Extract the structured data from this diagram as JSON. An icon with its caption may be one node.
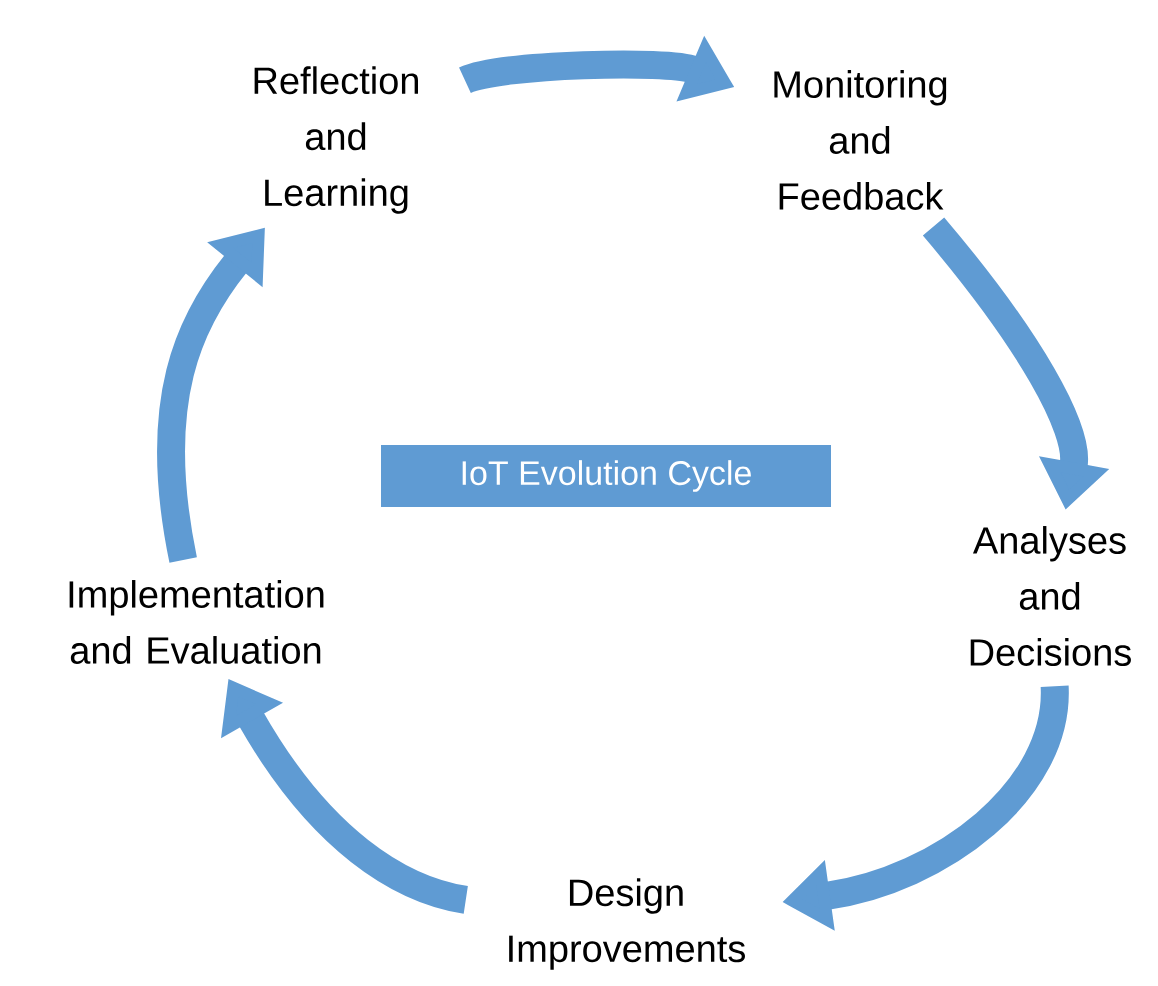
{
  "diagram": {
    "nodes": [
      {
        "text": [
          "Reflection and Learning"
        ]
      },
      {
        "text": [
          "Monitoring and Feedback"
        ]
      },
      {
        "text": [
          "IoT Evolution Cycle"
        ]
      },
      {
        "text": [
          "Analyses and Decisions"
        ]
      },
      {
        "text": [
          "Implementation and Evaluation"
        ]
      },
      {
        "text": [
          "Design Improvements"
        ]
      }
    ],
    "edges": [
      {
        "from": 0,
        "to": 1,
        "arrow": "to"
      },
      {
        "from": 1,
        "to": 3,
        "arrow": "to"
      },
      {
        "from": 3,
        "to": 5,
        "arrow": "to"
      },
      {
        "from": 5,
        "to": 4,
        "arrow": "to"
      },
      {
        "from": 4,
        "to": 0,
        "arrow": "to"
      }
    ]
  }
}
